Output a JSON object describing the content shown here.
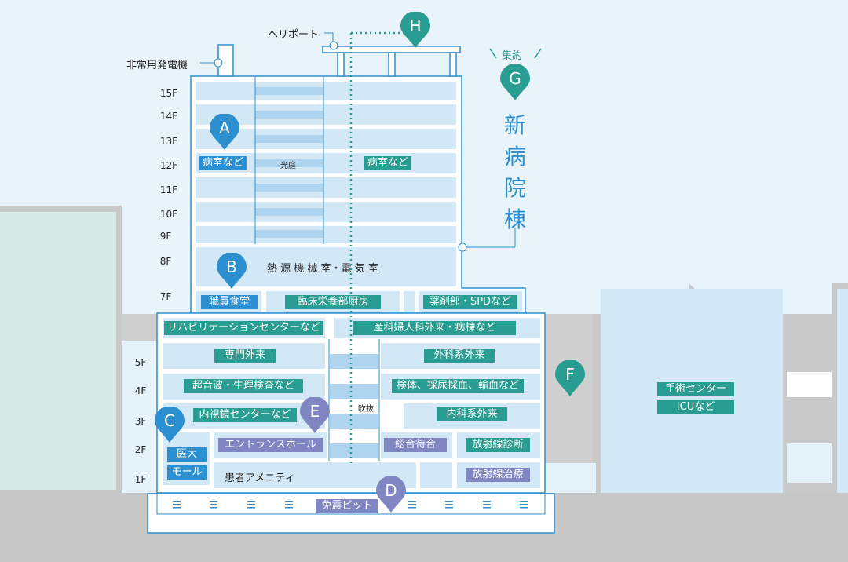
{
  "building_title": "新病院棟",
  "callouts": {
    "heliport": "ヘリポート",
    "generator": "非常用発電機",
    "consolidation": "集約"
  },
  "floors": {
    "f15": "15F",
    "f14": "14F",
    "f13": "13F",
    "f12": "12F",
    "f11": "11F",
    "f10": "10F",
    "f9": "9F",
    "f8": "8F",
    "f7": "7F",
    "f5": "5F",
    "f4": "4F",
    "f3": "3F",
    "f2": "2F",
    "f1": "1F"
  },
  "pins": {
    "a": "A",
    "b": "B",
    "c": "C",
    "d": "D",
    "e": "E",
    "f": "F",
    "g": "G",
    "h": "H"
  },
  "rooms": {
    "ward_left": "病室など",
    "light_court": "光庭",
    "ward_right": "病室など",
    "machine_room": "熱 源 機 械 室・電 気 室",
    "staff_cafeteria": "職員食堂",
    "clinical_nutrition": "臨床栄養部厨房",
    "pharmacy": "薬剤部・SPDなど",
    "rehab": "リハビリテーションセンターなど",
    "obgyn": "産科婦人科外来・病棟など",
    "specialty_op": "専門外来",
    "surgical_op": "外科系外来",
    "ultrasound": "超音波・生理検査など",
    "lab_tests": "検体、採尿採血、輸血など",
    "endoscopy": "内視鏡センターなど",
    "atrium": "吹抜",
    "internal_op": "内科系外来",
    "entrance_hall": "エントランスホール",
    "general_waiting": "総合待合",
    "radiology_dx": "放射線診断",
    "med_univ": "医大",
    "mall": "モール",
    "amenity": "患者アメニティ",
    "radiotherapy": "放射線治療",
    "seismic_pit": "免震ピット",
    "surgery_center": "手術センター",
    "icu": "ICUなど"
  },
  "colors": {
    "teal": "#2a9d92",
    "blue": "#2b8fd0",
    "purple": "#7f86c2",
    "light_fill": "#d3e8f6",
    "background": "#e8f3fa"
  }
}
